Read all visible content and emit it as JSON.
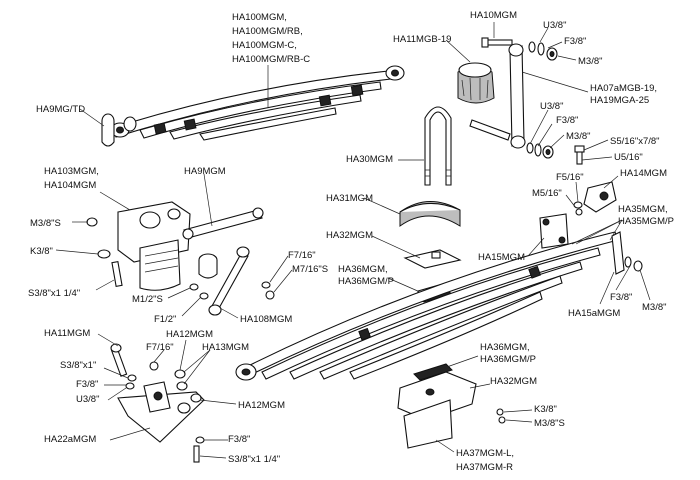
{
  "labels": {
    "ha100": [
      "HA100MGM,",
      "HA100MGM/RB,",
      "HA100MGM-C,",
      "HA100MGM/RB-C"
    ],
    "ha9mg_td": "HA9MG/TD",
    "ha10mgm": "HA10MGM",
    "u3_8_a": "U3/8\"",
    "f3_8_a": "F3/8\"",
    "m3_8_a": "M3/8\"",
    "ha11mgb19": "HA11MGB-19",
    "ha07": [
      "HA07aMGB-19,",
      "HA19MGA-25"
    ],
    "u3_8_b": "U3/8\"",
    "f3_8_b": "F3/8\"",
    "m3_8_b": "M3/8\"",
    "s5_16": "S5/16\"x7/8\"",
    "u5_16": "U5/16\"",
    "ha30": "HA30MGM",
    "f5_16": "F5/16\"",
    "m5_16": "M5/16\"",
    "ha14": "HA14MGM",
    "ha103": [
      "HA103MGM,",
      "HA104MGM"
    ],
    "ha9mgm": "HA9MGM",
    "m3_8s_a": "M3/8\"S",
    "k3_8_a": "K3/8\"",
    "s3_8x114_a": "S3/8\"x1 1/4\"",
    "m1_2s": "M1/2\"S",
    "f1_2": "F1/2\"",
    "ha108": "HA108MGM",
    "f7_16_a": "F7/16\"",
    "m7_16s": "M7/16\"S",
    "ha31": "HA31MGM",
    "ha32_a": "HA32MGM",
    "ha36_a": [
      "HA36MGM,",
      "HA36MGM/P"
    ],
    "ha35": [
      "HA35MGM,",
      "HA35MGM/P"
    ],
    "ha15": "HA15MGM",
    "f3_8_c": "F3/8\"",
    "m3_8_c": "M3/8\"",
    "ha15a": "HA15aMGM",
    "ha11mgm": "HA11MGM",
    "s3_8x1": "S3/8\"x1\"",
    "f3_8_d": "F3/8\"",
    "u3_8_c": "U3/8\"",
    "ha12_a": "HA12MGM",
    "f7_16_b": "F7/16\"",
    "ha13": "HA13MGM",
    "ha12_b": "HA12MGM",
    "ha22a": "HA22aMGM",
    "f3_8_e": "F3/8\"",
    "s3_8x114_b": "S3/8\"x1 1/4\"",
    "ha36_b": [
      "HA36MGM,",
      "HA36MGM/P"
    ],
    "ha32_b": "HA32MGM",
    "k3_8_b": "K3/8\"",
    "m3_8s_b": "M3/8\"S",
    "ha37": [
      "HA37MGM-L,",
      "HA37MGM-R"
    ]
  }
}
